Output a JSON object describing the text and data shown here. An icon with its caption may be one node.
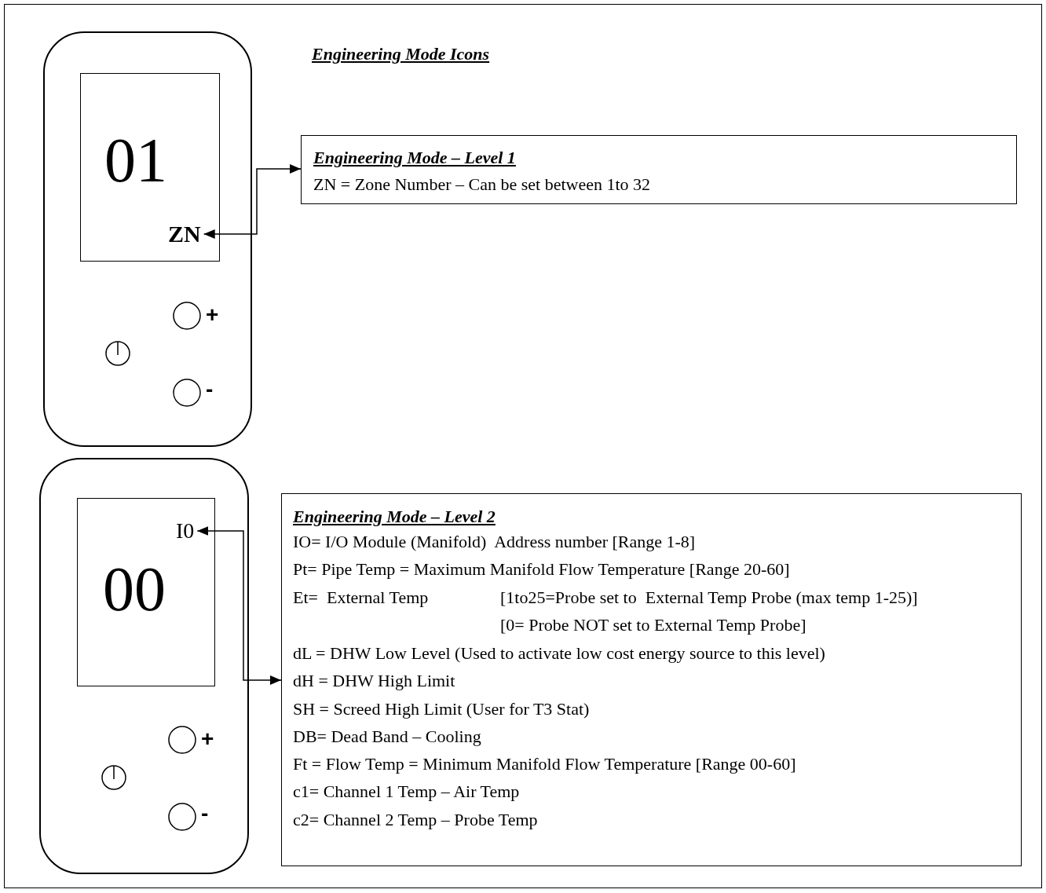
{
  "diagram": {
    "title": "Engineering Mode Icons",
    "nodes": [
      {
        "text": [],
        "shape": "box"
      },
      {
        "text": [
          "01"
        ],
        "in": 0
      },
      {
        "text": [
          "ZN"
        ],
        "in": 1
      },
      {
        "text": [
          "Engineering Mode – Level 1",
          "ZN = Zone Number – Can be set between 1to 32"
        ]
      },
      {
        "text": [],
        "shape": "box"
      },
      {
        "text": [
          "00"
        ],
        "in": 4
      },
      {
        "text": [
          "I0"
        ],
        "in": 5
      },
      {
        "text": [
          "Engineering Mode – Level 2",
          "IO= I/O Module (Manifold)  Address number [Range 1-8]",
          "Pt= Pipe Temp = Maximum Manifold Flow Temperature [Range 20-60]",
          "Et=  External Temp",
          "[1to25=Probe set to  External Temp Probe (max temp 1-25)]",
          "[0= Probe NOT set to External Temp Probe]",
          "dL = DHW Low Level (Used to activate low cost energy source to this level)",
          "dH = DHW High Limit",
          "SH = Screed High Limit (User for T3 Stat)",
          "DB= Dead Band – Cooling",
          "Ft = Flow Temp = Minimum Manifold Flow Temperature [Range 00-60]",
          "c1= Channel 1 Temp – Air Temp",
          "c2= Channel 2 Temp – Probe Temp"
        ]
      }
    ],
    "edges": [
      {
        "from": 2,
        "to": 3,
        "arrow": "both"
      },
      {
        "from": 6,
        "to": 7,
        "arrow": "both"
      }
    ],
    "labels": [
      "+",
      "-",
      "+",
      "-"
    ]
  }
}
